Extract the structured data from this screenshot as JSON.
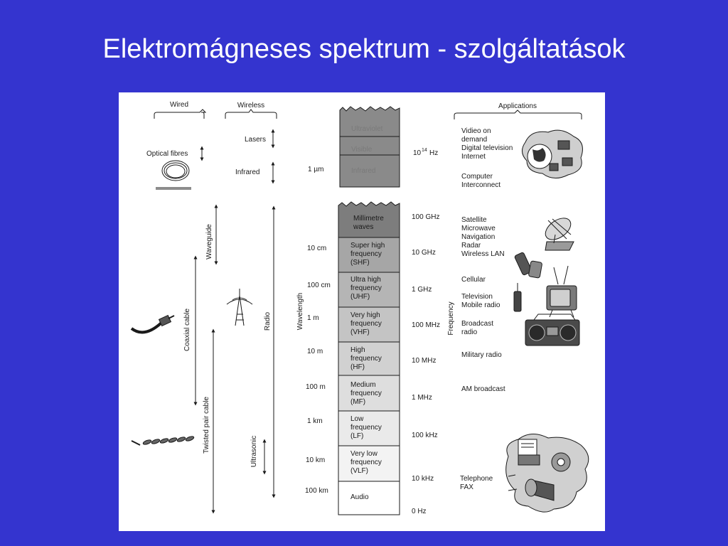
{
  "slide": {
    "title": "Elektromágneses spektrum - szolgáltatások"
  },
  "figure": {
    "headers": {
      "wired": "Wired",
      "wireless": "Wireless",
      "applications": "Applications"
    },
    "wired": {
      "optical_fibres": "Optical fibres",
      "waveguide": "Waveguide",
      "coaxial_cable": "Coaxial cable",
      "twisted_pair_cable": "Twisted pair cable"
    },
    "wireless": {
      "lasers": "Lasers",
      "infrared": "Infrared",
      "radio": "Radio",
      "ultrasonic": "Ultrasonic"
    },
    "axis": {
      "wavelength": "Wavelength",
      "frequency": "Frequency"
    },
    "upper_bands": [
      "Ultraviolet",
      "Visible",
      "Infrared"
    ],
    "lower_bands": [
      [
        "Millimetre",
        "waves"
      ],
      [
        "Super high",
        "frequency",
        "(SHF)"
      ],
      [
        "Ultra high",
        "frequency",
        "(UHF)"
      ],
      [
        "Very high",
        "frequency",
        "(VHF)"
      ],
      [
        "High",
        "frequency",
        "(HF)"
      ],
      [
        "Medium",
        "frequency",
        "(MF)"
      ],
      [
        "Low",
        "frequency",
        "(LF)"
      ],
      [
        "Very low",
        "frequency",
        "(VLF)"
      ],
      [
        "Audio"
      ]
    ],
    "wavelength_labels": [
      "1 µm",
      "10 cm",
      "100 cm",
      "1 m",
      "10 m",
      "100 m",
      "1 km",
      "10 km",
      "100 km"
    ],
    "frequency_labels": [
      "10",
      "14",
      "Hz",
      "100 GHz",
      "10 GHz",
      "1 GHz",
      "100 MHz",
      "10 MHz",
      "1 MHz",
      "100 kHz",
      "10 kHz",
      "0 Hz"
    ],
    "applications": [
      [
        "Vidieo on",
        "demand",
        "Digital television",
        "Internet"
      ],
      [
        "Computer",
        "Interconnect"
      ],
      [
        "Satellite",
        "Microwave",
        "Navigation",
        "Radar",
        "Wireless LAN"
      ],
      [
        "Cellular"
      ],
      [
        "Television",
        "Mobile radio"
      ],
      [
        "Broadcast",
        "radio"
      ],
      [
        "Military radio"
      ],
      [
        "AM broadcast"
      ],
      [
        "Telephone",
        "FAX"
      ]
    ],
    "icons": [
      "globe-computers-icon",
      "satellite-dish-icon",
      "mobile-phones-icon",
      "television-icon",
      "radio-cassette-icon",
      "telephone-fax-icon",
      "antenna-tower-icon",
      "coaxial-connector-icon",
      "twisted-pair-icon",
      "fibre-coil-icon"
    ]
  }
}
